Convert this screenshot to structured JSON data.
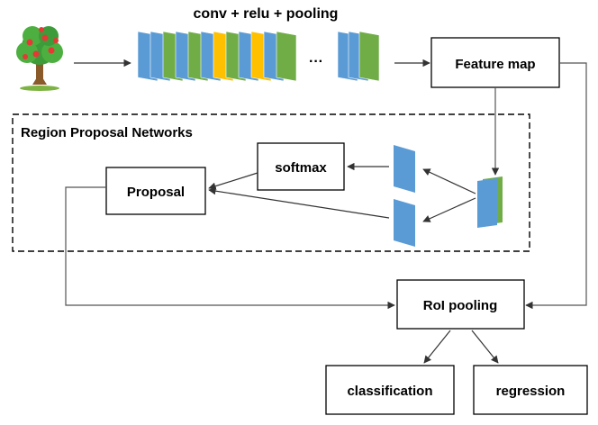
{
  "diagram": {
    "backbone_label": "conv + relu + pooling",
    "ellipsis": "···",
    "rpn_title": "Region Proposal Networks",
    "nodes": {
      "feature_map": "Feature map",
      "softmax": "softmax",
      "proposal": "Proposal",
      "roi_pooling": "RoI pooling",
      "classification": "classification",
      "regression": "regression"
    },
    "colors": {
      "blue": "#5B9BD5",
      "green": "#70AD47",
      "yellow": "#FFC000",
      "line": "#555555",
      "box_border": "#000000"
    },
    "backbone_stacks": [
      [
        "blue",
        "blue",
        "green",
        "blue",
        "green",
        "blue",
        "yellow",
        "green",
        "blue",
        "yellow",
        "blue",
        "green"
      ],
      [
        "blue",
        "blue",
        "green"
      ]
    ],
    "icons": {
      "input_image": "apple-tree-icon"
    }
  }
}
